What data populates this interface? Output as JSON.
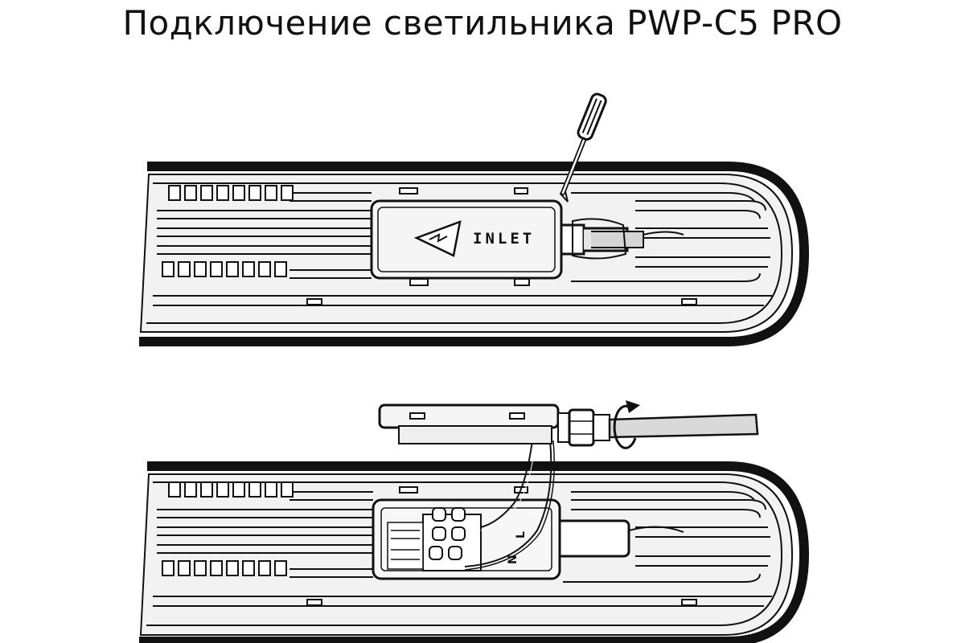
{
  "title": "Подключение светильника PWP-C5 PRO",
  "step1": {
    "cover_label": "INLET"
  },
  "step2": {
    "wire_l": "L",
    "wire_n": "N"
  },
  "colors": {
    "outline": "#111111",
    "housing_fill": "#f2f2f2",
    "cover_fill": "#f5f5f5",
    "background": "#ffffff"
  }
}
